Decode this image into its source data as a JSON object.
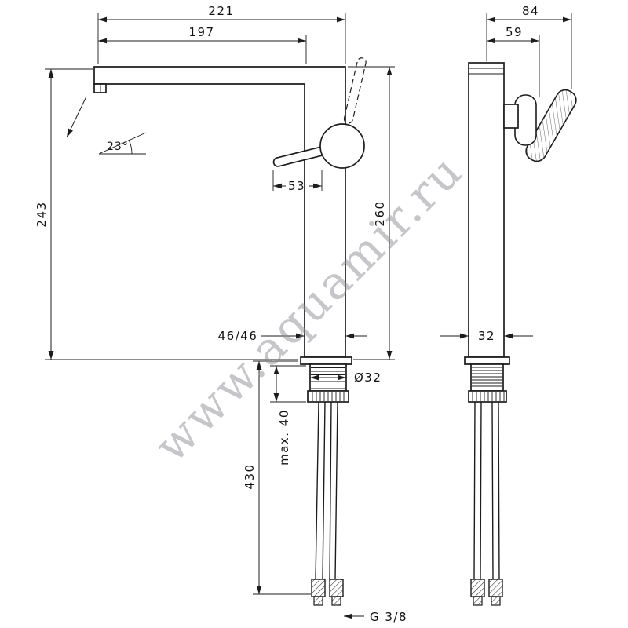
{
  "watermark": "www.aquamir.ru",
  "colors": {
    "line": "#1c1c1c",
    "watermark": "#8f8f96"
  },
  "side_view": {
    "dims": {
      "overall_width": "221",
      "spout_reach": "197",
      "spout_angle": "23°",
      "height_left": "243",
      "handle_length": "53",
      "height_right": "260",
      "base_width": "46/46",
      "shank_diameter": "Ø32",
      "max_counter_thickness": "max. 40",
      "hose_length": "430",
      "connection_thread": "G 3/8"
    }
  },
  "front_view": {
    "dims": {
      "overall_depth": "84",
      "spout_depth": "59",
      "body_width": "32"
    }
  }
}
